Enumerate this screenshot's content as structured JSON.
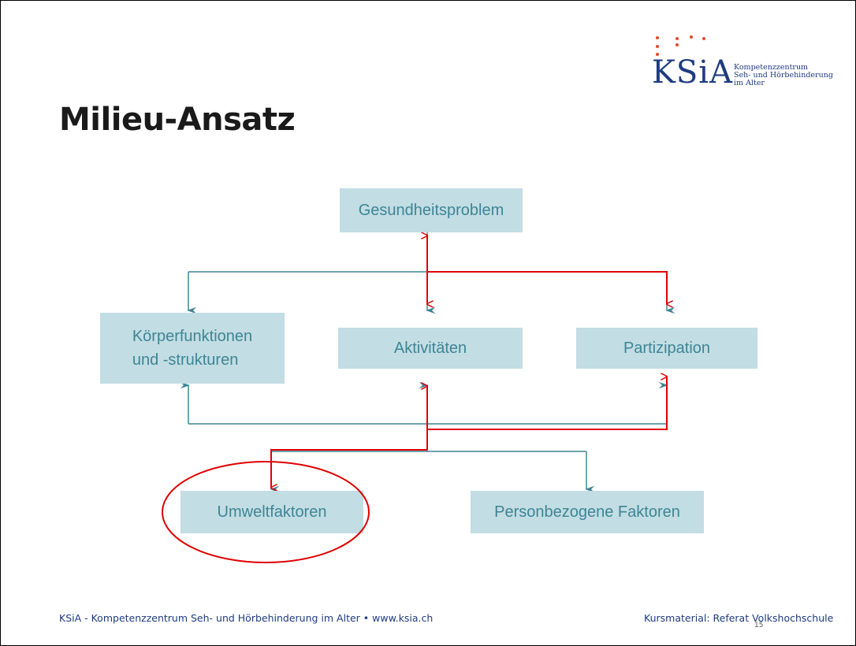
{
  "slide": {
    "title": "Milieu-Ansatz",
    "page_number": "15"
  },
  "logo": {
    "word": "KSiA",
    "subtitle": "Kompetenzzentrum\nSeh- und Hörbehinderung\nim Alter"
  },
  "diagram": {
    "boxes": {
      "gesundheitsproblem": "Gesundheitsproblem",
      "koerperfunktionen": "Körperfunktionen\nund -strukturen",
      "aktivitaeten": "Aktivitäten",
      "partizipation": "Partizipation",
      "umweltfaktoren": "Umweltfaktoren",
      "personbezogene": "Personbezogene Faktoren"
    },
    "colors": {
      "box_fill": "#c2dde3",
      "box_text": "#3d8596",
      "connector": "#3d8596",
      "highlight": "#e00000"
    }
  },
  "footer": {
    "left": "KSiA - Kompetenzzentrum Seh- und Hörbehinderung im Alter  •  www.ksia.ch",
    "right": "Kursmaterial: Referat Volkshochschule"
  }
}
